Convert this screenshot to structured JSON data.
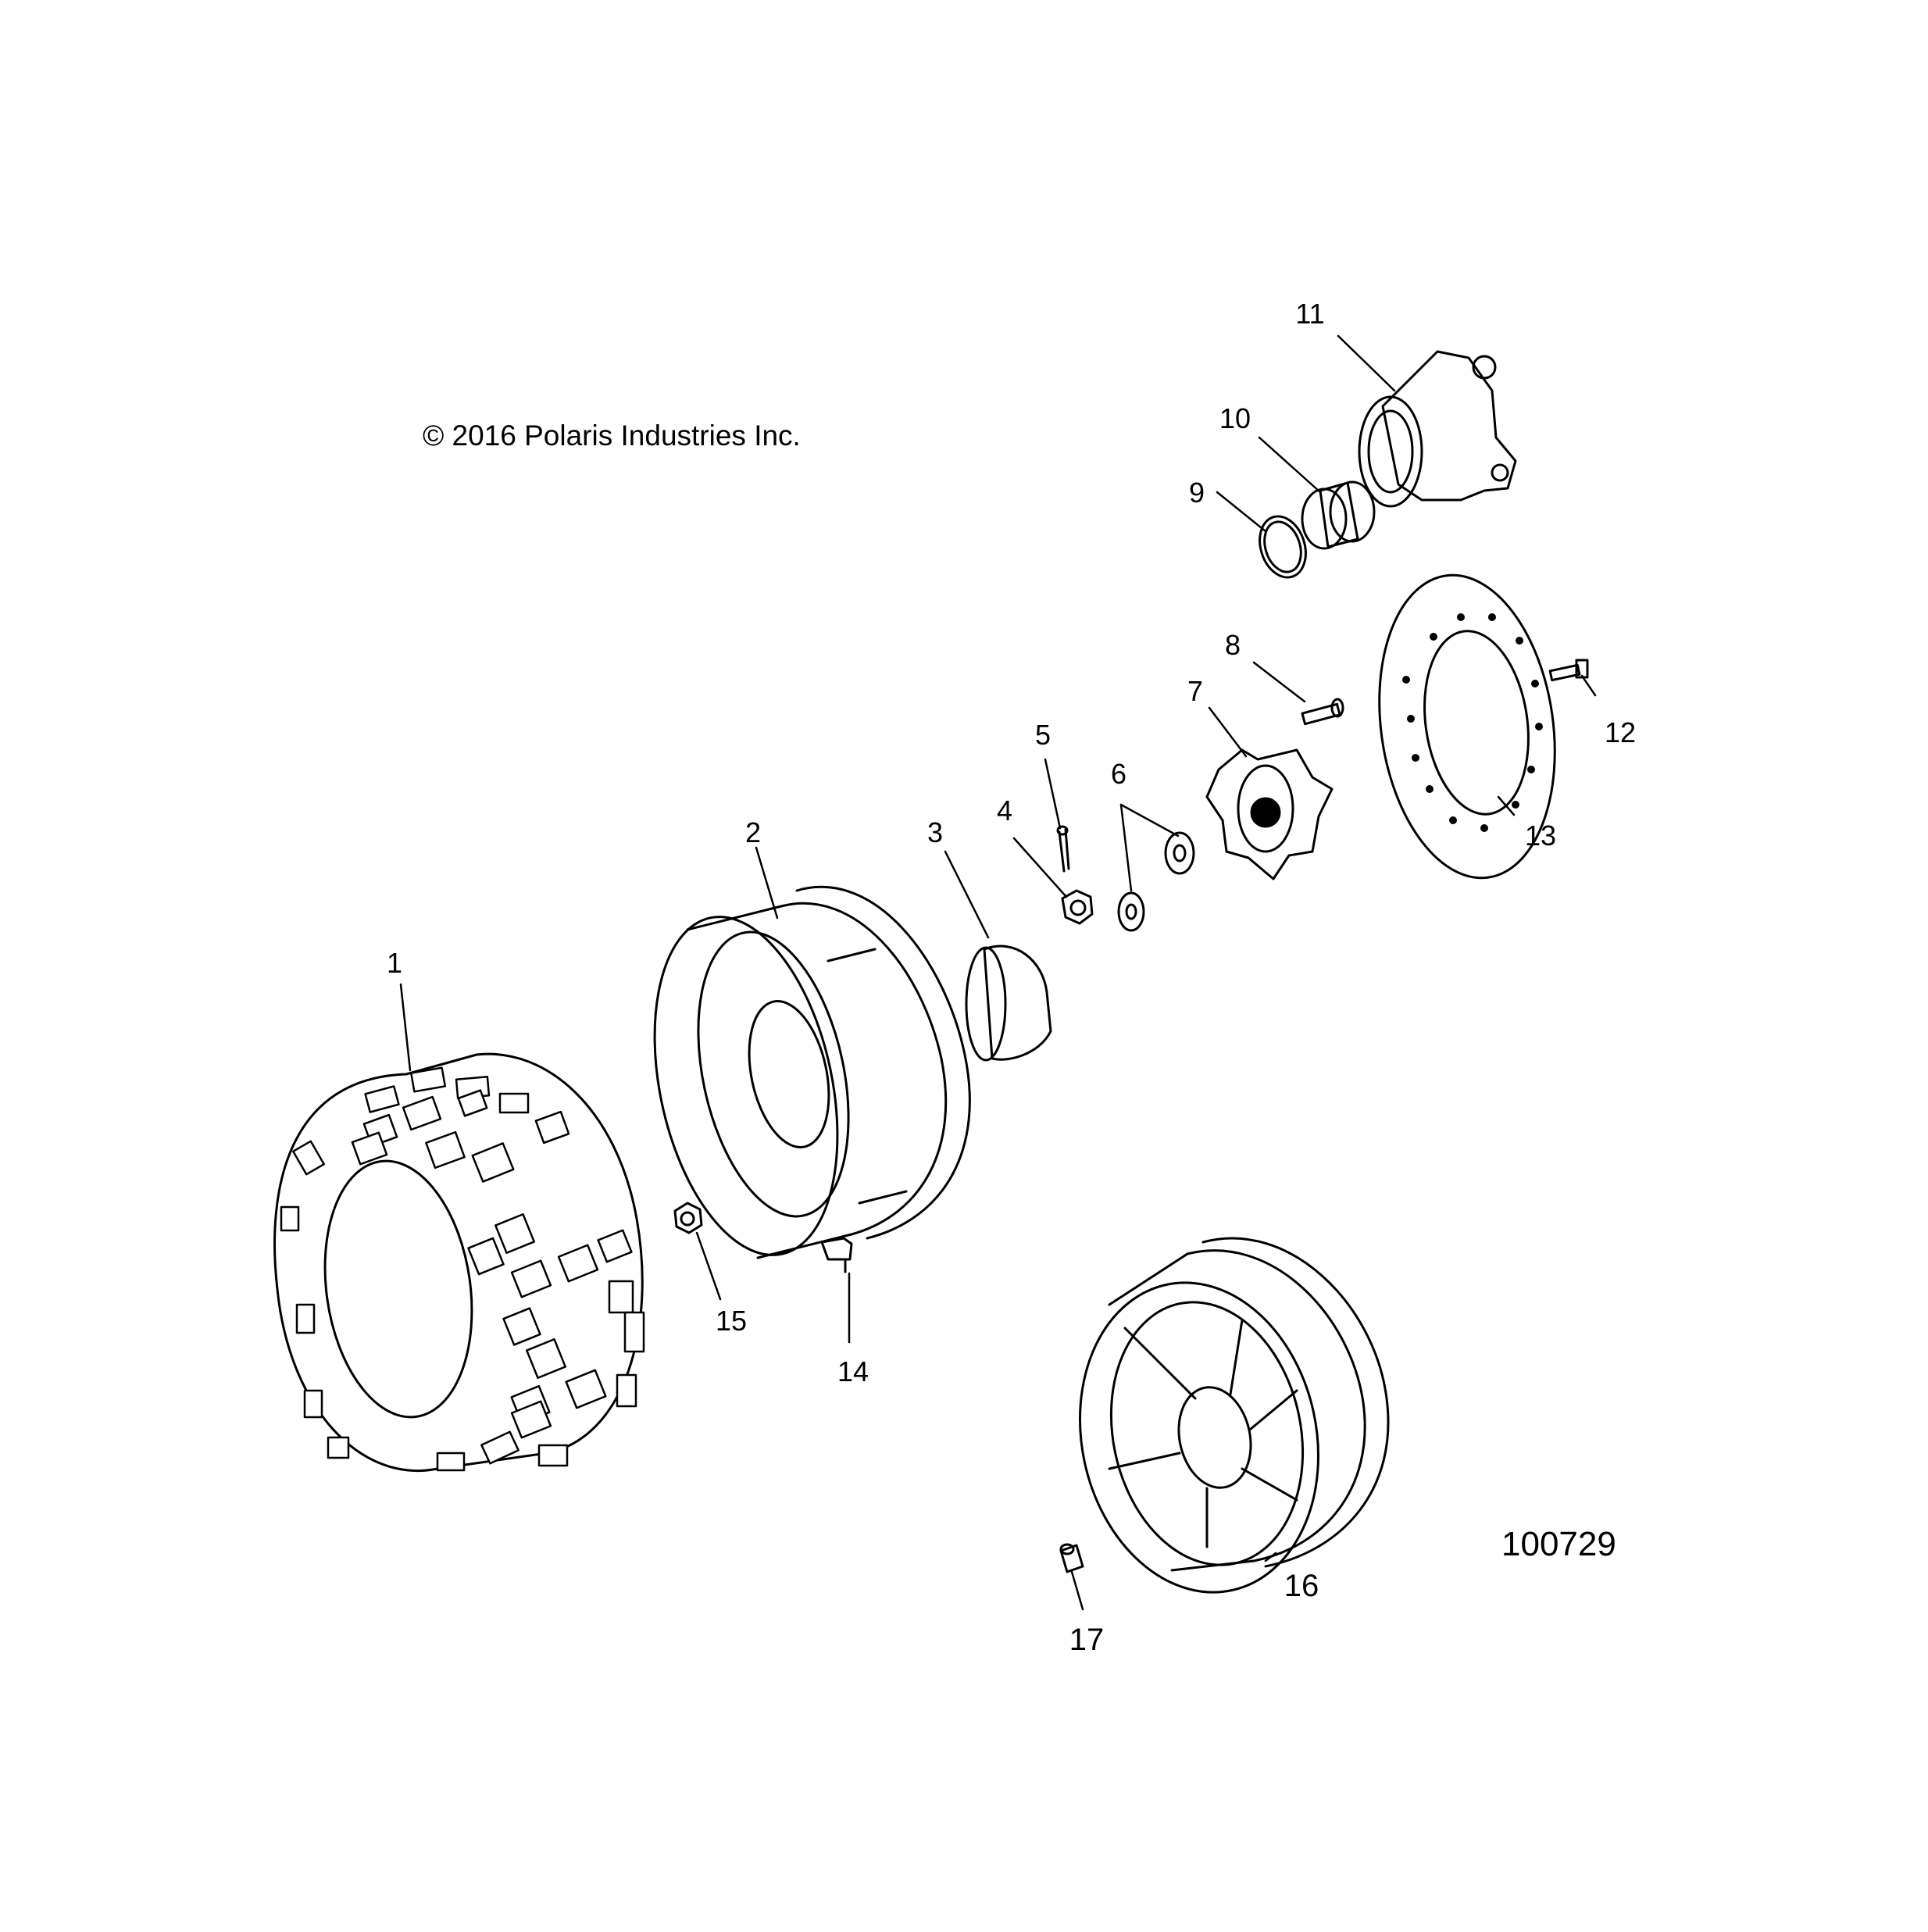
{
  "copyright": "© 2016 Polaris Industries Inc.",
  "figure_id": "100729",
  "callouts": [
    {
      "n": "1",
      "part": "tire-icon"
    },
    {
      "n": "2",
      "part": "rim-icon"
    },
    {
      "n": "3",
      "part": "hub-cap-icon"
    },
    {
      "n": "4",
      "part": "castle-nut-icon"
    },
    {
      "n": "5",
      "part": "cotter-pin-icon"
    },
    {
      "n": "6",
      "part": "washer-icon"
    },
    {
      "n": "7",
      "part": "wheel-hub-icon"
    },
    {
      "n": "8",
      "part": "wheel-stud-icon"
    },
    {
      "n": "9",
      "part": "retaining-ring-icon"
    },
    {
      "n": "10",
      "part": "bearing-icon"
    },
    {
      "n": "11",
      "part": "spindle-housing-icon"
    },
    {
      "n": "12",
      "part": "bolt-icon"
    },
    {
      "n": "13",
      "part": "brake-disc-icon"
    },
    {
      "n": "14",
      "part": "valve-stem-icon"
    },
    {
      "n": "15",
      "part": "lug-nut-icon"
    },
    {
      "n": "16",
      "part": "cast-wheel-icon"
    },
    {
      "n": "17",
      "part": "valve-cap-icon"
    }
  ]
}
